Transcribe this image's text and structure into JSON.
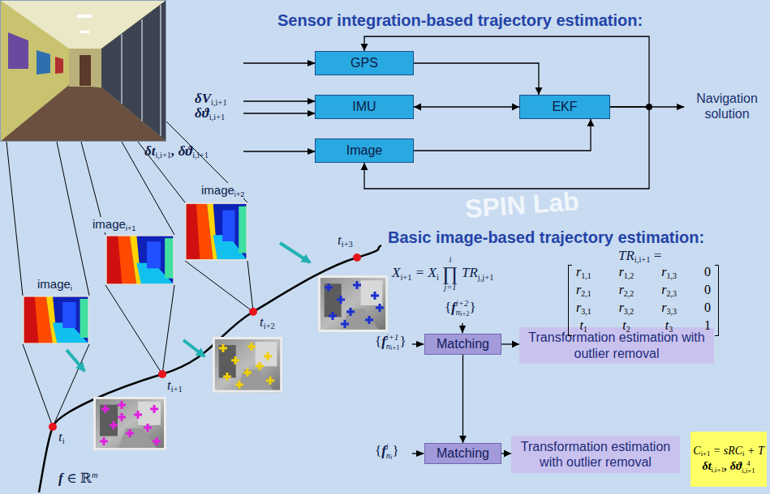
{
  "diagram": {
    "nodes": [
      {
        "text": [
          "GPS"
        ]
      },
      {
        "text": [
          "IMU"
        ]
      },
      {
        "text": [
          "Image"
        ]
      },
      {
        "text": [
          "EKF"
        ]
      },
      {
        "text": [
          "Matching"
        ]
      },
      {
        "text": [
          "Transformation estimation with outlier removal"
        ]
      },
      {
        "text": [
          "Matching"
        ]
      },
      {
        "text": [
          "Transformation estimation with outlier removal"
        ]
      },
      {
        "text": [
          "C",
          "i+1",
          "= sRC",
          "i",
          "+ T",
          "δt",
          "i,i+1",
          ", δϑ",
          "i,i+1",
          "4"
        ]
      }
    ],
    "edges": [
      {
        "from": 0,
        "to": 3,
        "arrow": "to"
      },
      {
        "from": 1,
        "to": 3,
        "arrow": "both"
      },
      {
        "from": 2,
        "to": 3,
        "arrow": "to"
      },
      {
        "from": 3,
        "to": 0,
        "arrow": "to"
      },
      {
        "from": 3,
        "to": 2,
        "arrow": "to"
      },
      {
        "from": 4,
        "to": 5,
        "arrow": "to"
      },
      {
        "from": 6,
        "to": 7,
        "arrow": "to"
      },
      {
        "from": 4,
        "to": 6,
        "arrow": "to"
      }
    ],
    "labels": [
      "Sensor integration-based trajectory estimation:",
      "δV",
      "i,i+1",
      "δϑ",
      "i,i+1",
      "δt",
      "i,i+1",
      ", δϑ",
      "i,i+1",
      "Navigation solution",
      "Basic image-based trajectory estimation:",
      "X",
      "i+1",
      "= X",
      "i",
      "i",
      "∏",
      "j=1",
      "TR",
      "j,j+1",
      "TR",
      "i,i+1",
      "=",
      "r",
      "1,1",
      "r",
      "1,2",
      "r",
      "1,3",
      "0",
      "r",
      "2,1",
      "r",
      "2,2",
      "r",
      "2,3",
      "0",
      "r",
      "3,1",
      "r",
      "3,2",
      "r",
      "3,3",
      "0",
      "t",
      "1",
      "t",
      "2",
      "t",
      "3",
      "1",
      "image",
      "i",
      "image",
      "i+1",
      "image",
      "i+2",
      "t",
      "i",
      "t",
      "i+1",
      "t",
      "i+2",
      "t",
      "i+3",
      "{",
      "f",
      "i+2",
      "n",
      "i+2",
      "}",
      "{",
      "f",
      "i+1",
      "n",
      "i+1",
      "}",
      "{",
      "f",
      "i",
      "n",
      "i",
      "}",
      "f",
      "∈ ℝ",
      "m",
      "SPIN Lab"
    ]
  }
}
